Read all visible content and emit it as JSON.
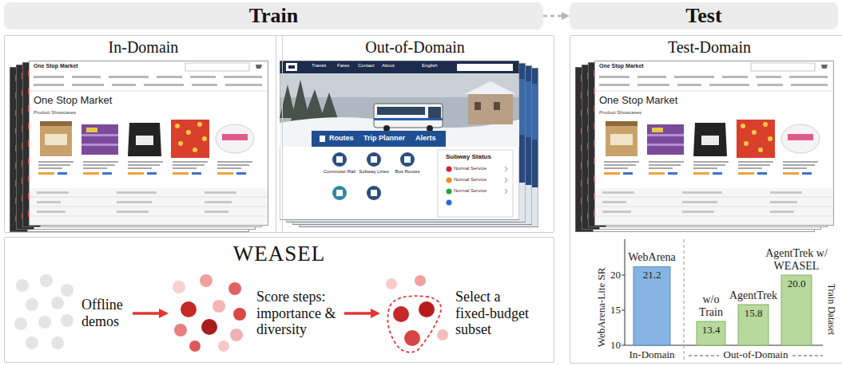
{
  "diagram": {
    "nodes": [
      {
        "text": [
          "Train"
        ]
      },
      {
        "text": [
          "Test"
        ]
      },
      {
        "text": [
          "In-Domain"
        ]
      },
      {
        "text": [
          "Out-of-Domain"
        ]
      },
      {
        "text": [
          "Test-Domain"
        ]
      },
      {
        "text": [
          "WEASEL"
        ]
      },
      {
        "text": [
          "Offline demos"
        ],
        "in": 5
      },
      {
        "text": [
          "Score steps: importance & diversity"
        ],
        "in": 5
      },
      {
        "text": [
          "Select a fixed-budget subset"
        ],
        "in": 5
      }
    ],
    "edges": [
      {
        "from": 0,
        "to": 1,
        "arrow": "to"
      },
      {
        "from": 6,
        "to": 7,
        "arrow": "to"
      },
      {
        "from": 7,
        "to": 8,
        "arrow": "to"
      }
    ],
    "labels": [
      "One Stop Market",
      "One Stop Market",
      "Product Showcases",
      "Transit",
      "Fares",
      "Contact",
      "About",
      "English",
      "Routes",
      "Trip Planner",
      "Alerts",
      "Commuter Rail",
      "Subway Lines",
      "Bus Routes",
      "Subway Status",
      "Normal Service",
      "Normal Service",
      "Normal Service",
      "One Stop Market",
      "One Stop Market",
      "Product Showcases",
      "WebArena-Lite SR",
      "10",
      "15",
      "20",
      "WebArena",
      "21.2",
      "w/o Train",
      "13.4",
      "AgentTrek",
      "15.8",
      "AgentTrek w/ WEASEL",
      "20.0",
      "In-Domain",
      "Out-of-Domain",
      "Train Dataset"
    ]
  }
}
